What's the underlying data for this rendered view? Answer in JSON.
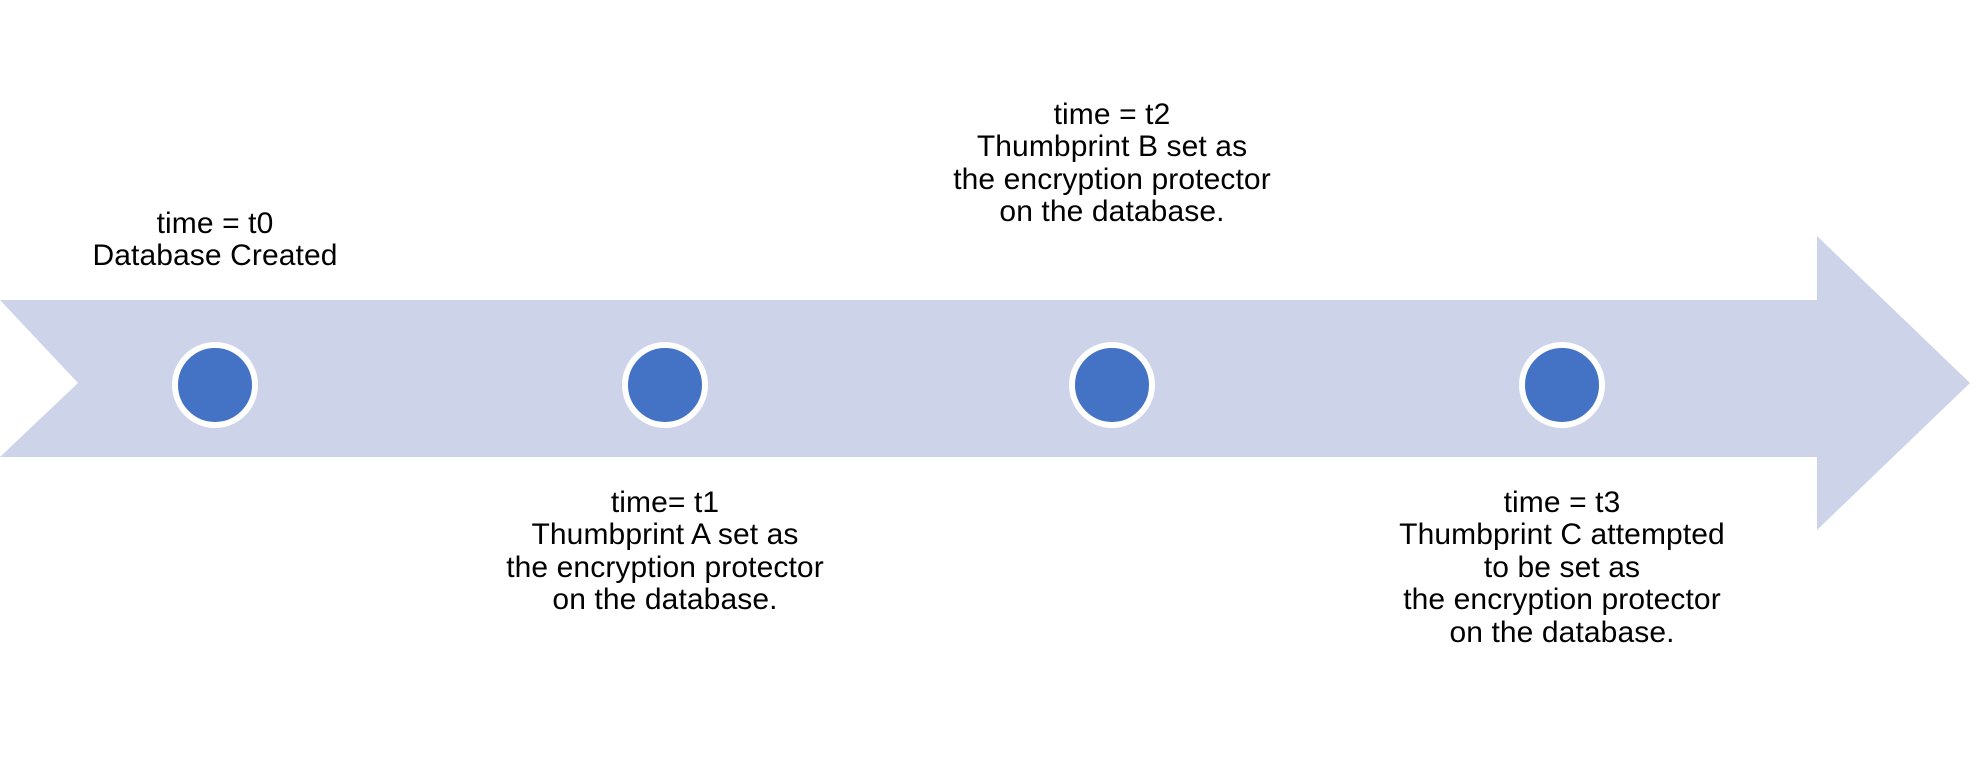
{
  "diagram": {
    "type": "timeline",
    "orientation": "horizontal-right",
    "background_color": "#FFFFFF",
    "arrow_color": "#CDD3E8",
    "marker_fill_color": "#4472C4",
    "marker_ring_color": "#FFFFFF",
    "text_color": "#000000"
  },
  "milestones": [
    {
      "id": "t0",
      "marker_name": "milestone-marker-t0",
      "position": "above",
      "lines": [
        "time = t0",
        "Database Created"
      ]
    },
    {
      "id": "t1",
      "marker_name": "milestone-marker-t1",
      "position": "below",
      "lines": [
        "time= t1",
        "Thumbprint A set as",
        "the encryption protector",
        "on the database."
      ]
    },
    {
      "id": "t2",
      "marker_name": "milestone-marker-t2",
      "position": "above",
      "lines": [
        "time = t2",
        "Thumbprint B set as",
        "the encryption protector",
        "on the database."
      ]
    },
    {
      "id": "t3",
      "marker_name": "milestone-marker-t3",
      "position": "below",
      "lines": [
        "time = t3",
        "Thumbprint C attempted",
        "to be set as",
        "the encryption protector",
        "on the database."
      ]
    }
  ]
}
